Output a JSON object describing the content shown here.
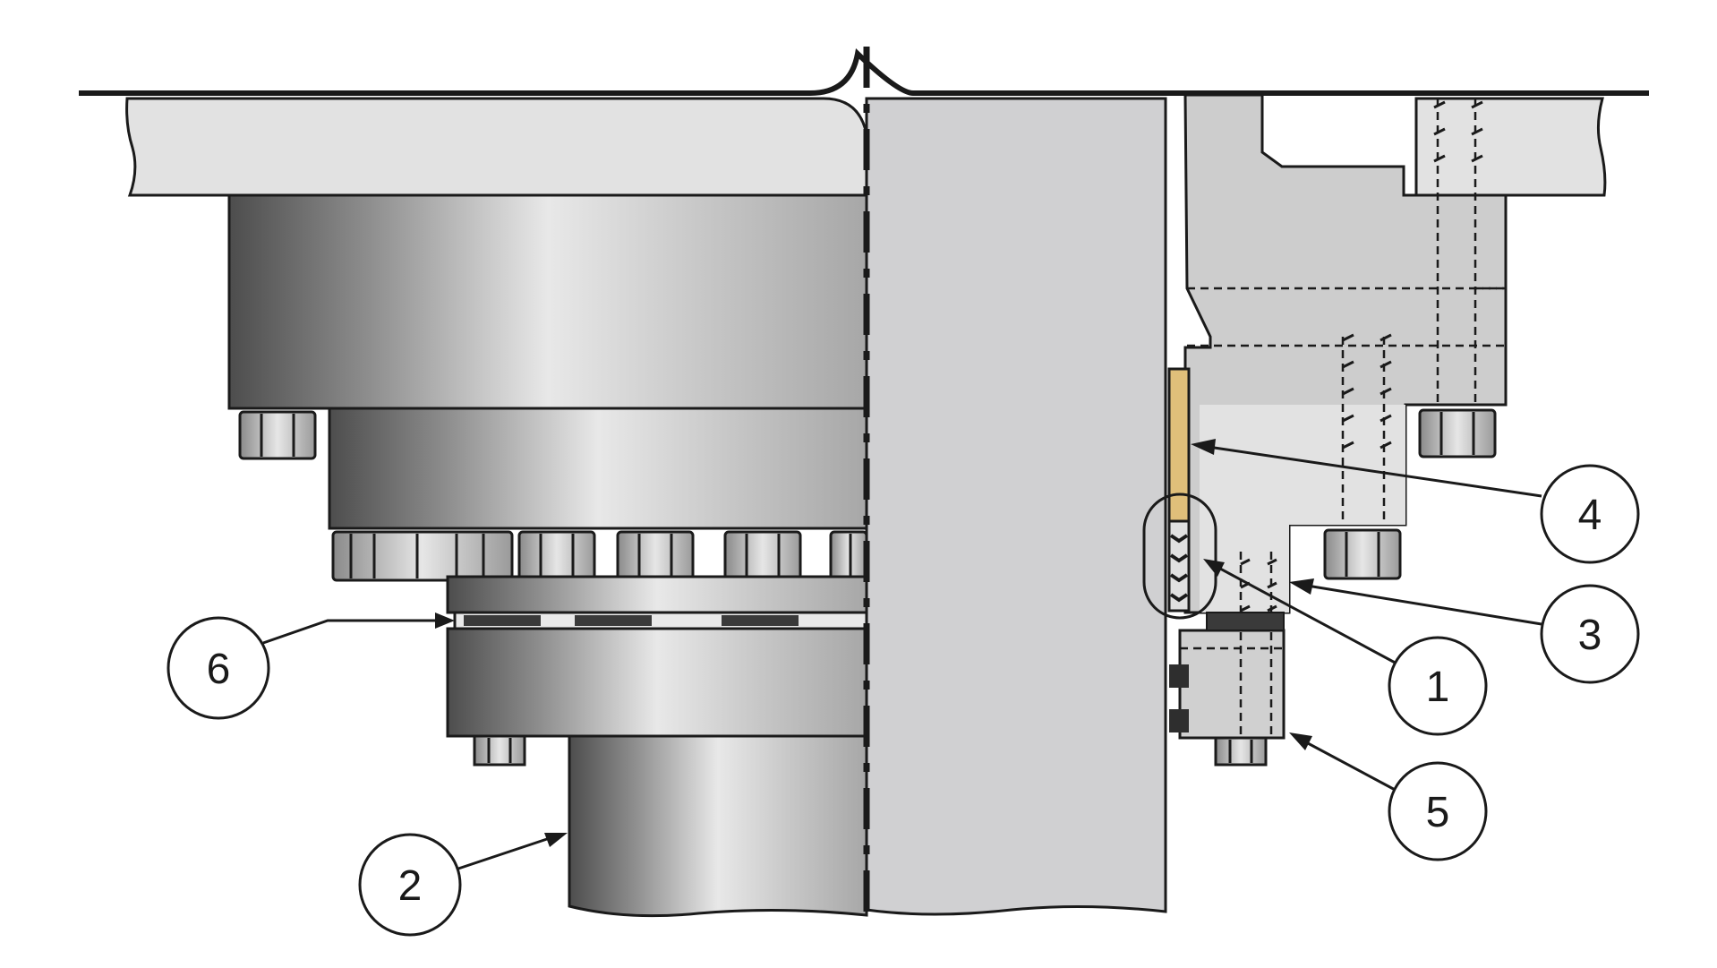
{
  "callouts": [
    {
      "id": "1",
      "label": "1"
    },
    {
      "id": "2",
      "label": "2"
    },
    {
      "id": "3",
      "label": "3"
    },
    {
      "id": "4",
      "label": "4"
    },
    {
      "id": "5",
      "label": "5"
    },
    {
      "id": "6",
      "label": "6"
    }
  ],
  "colors": {
    "outline": "#1a1a1a",
    "housing_fill": "#e2e2e2",
    "shaft_fill": "#d0d0d2",
    "gland_fill": "#cdcdcd",
    "packing_fill": "#e0bf7a",
    "metal_dark": "#4d4d4d",
    "metal_light": "#ececec"
  }
}
